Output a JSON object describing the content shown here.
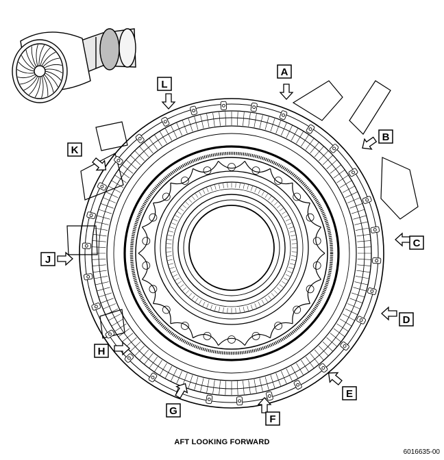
{
  "caption": "AFT LOOKING FORWARD",
  "figure_number": "6016635-00",
  "view_labels": [
    "A",
    "B",
    "C",
    "D",
    "E",
    "F",
    "G",
    "H",
    "J",
    "K",
    "L"
  ],
  "icons": {
    "engine_thumbnail": "turbofan-engine-icon",
    "arrow": "hollow-arrow-icon"
  },
  "colors": {
    "line": "#000000",
    "background": "#ffffff"
  }
}
